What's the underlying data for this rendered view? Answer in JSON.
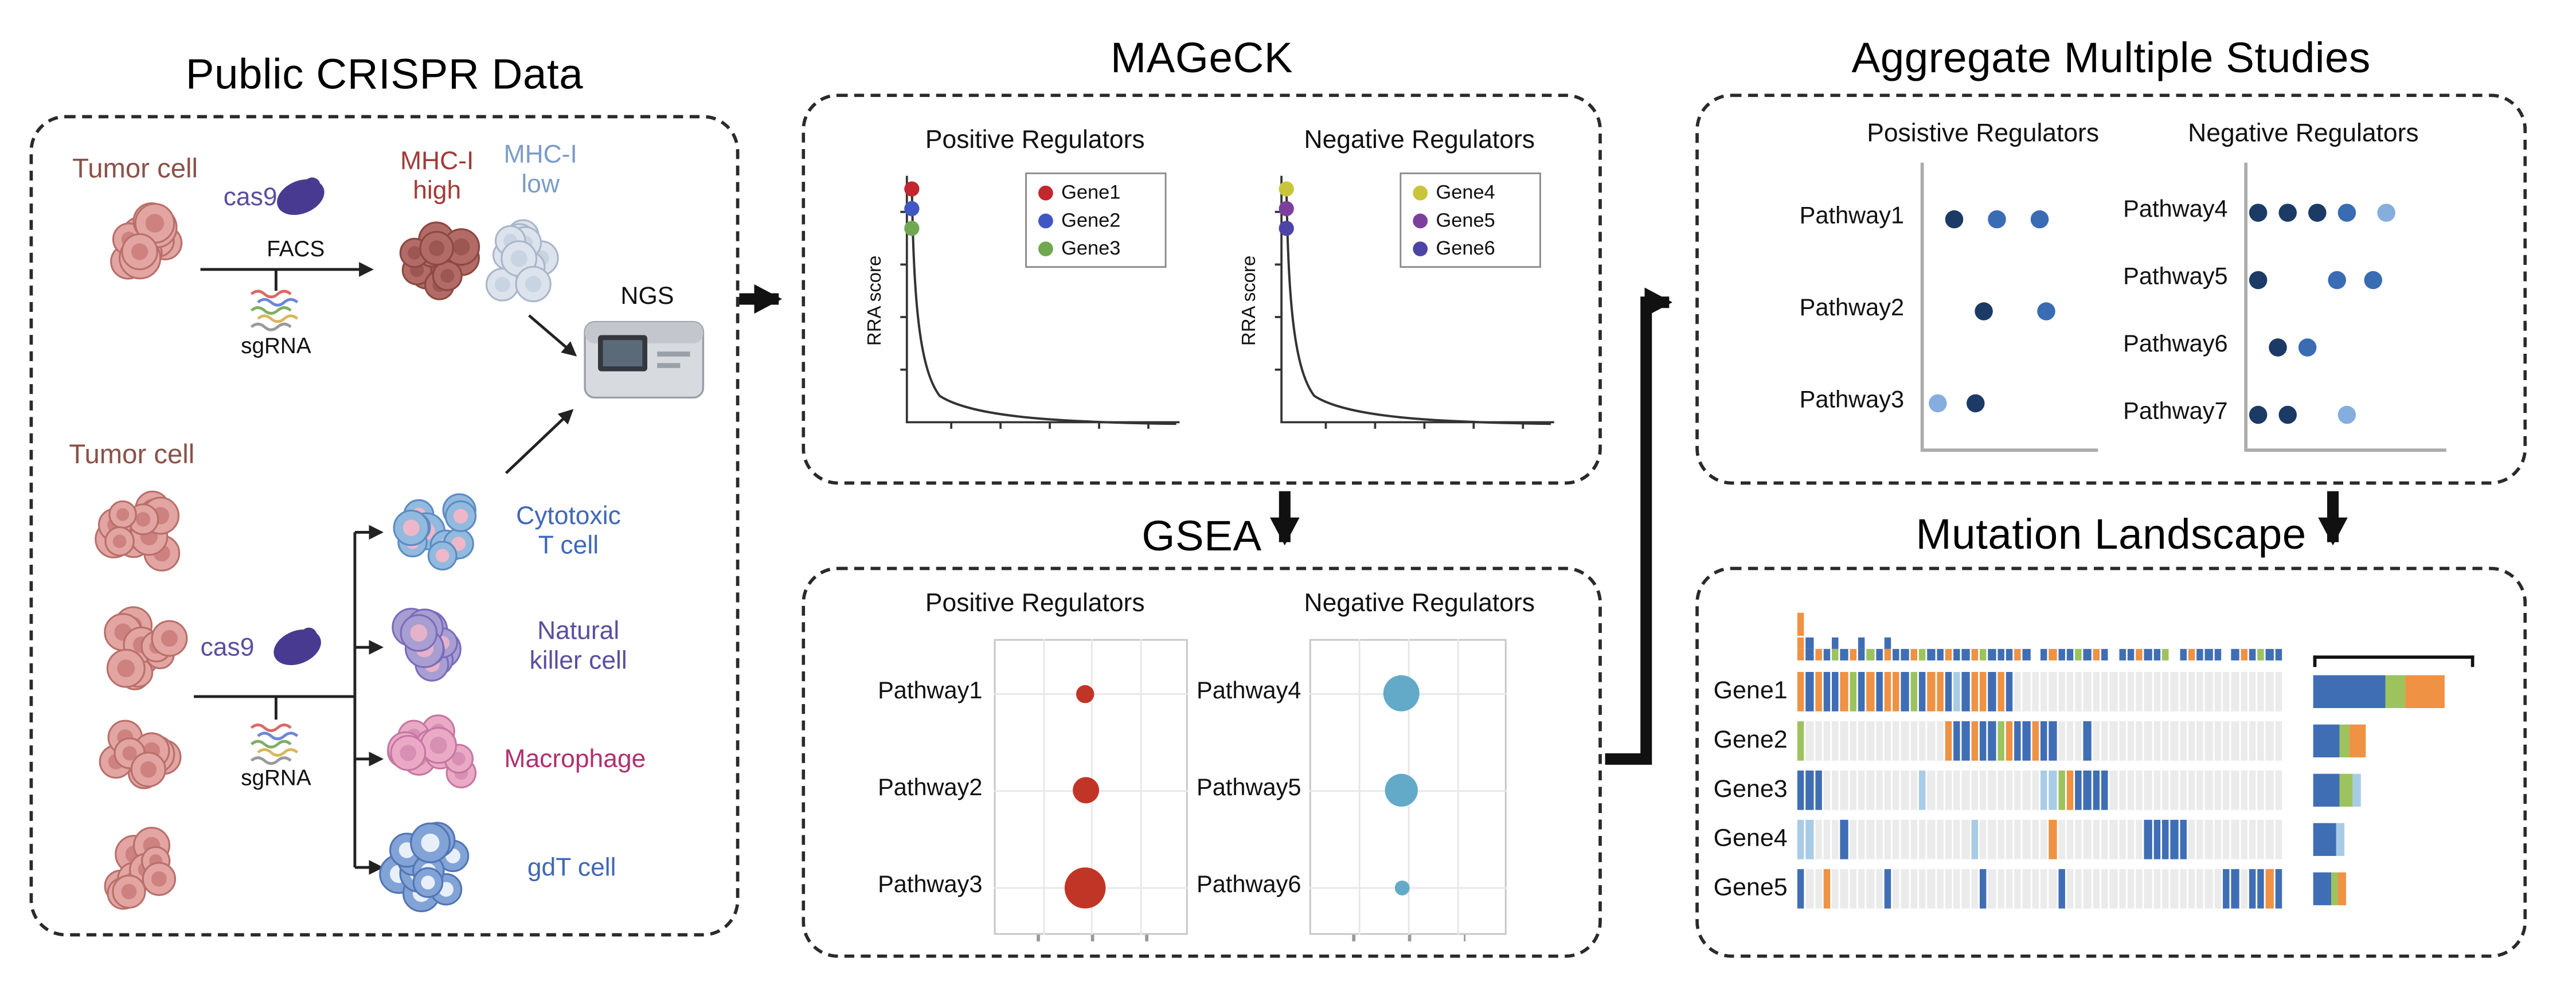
{
  "titles": {
    "crispr": "Public CRISPR Data",
    "mageck": "MAGeCK",
    "gsea": "GSEA",
    "aggregate": "Aggregate Multiple Studies",
    "mutation": "Mutation Landscape"
  },
  "colors": {
    "panel_border": "#2a2a2a",
    "orange": "#ef9243",
    "blue": "#3f6eb5",
    "green": "#9dc35e",
    "lightblue": "#a9cce6",
    "track": "#ebebeb",
    "red": "#c13527",
    "teal": "#62aac8"
  },
  "crispr": {
    "tumor_cell_top": {
      "text": "Tumor cell",
      "color": "#8a5148"
    },
    "cas9_top": {
      "text": "cas9",
      "color": "#5b4ea0"
    },
    "facs": "FACS",
    "sgrna_top": "sgRNA",
    "mhc_high": {
      "l1": "MHC-I",
      "l2": "high",
      "color": "#a23a36"
    },
    "mhc_low": {
      "l1": "MHC-I",
      "l2": "low",
      "color": "#7b9cc8"
    },
    "ngs": "NGS",
    "tumor_cell_bottom": {
      "text": "Tumor cell",
      "color": "#8a5148"
    },
    "cas9_bottom": {
      "text": "cas9",
      "color": "#5b4ea0"
    },
    "sgrna_bottom": "sgRNA",
    "cell_types": [
      {
        "l1": "Cytotoxic",
        "l2": "T cell",
        "color": "#3f68b5"
      },
      {
        "l1": "Natural",
        "l2": "killer cell",
        "color": "#5b4ea0"
      },
      {
        "l1": "Macrophage",
        "l2": "",
        "color": "#b03070"
      },
      {
        "l1": "gdT cell",
        "l2": "",
        "color": "#3f68b5"
      }
    ]
  },
  "mageck": {
    "ylabel": "RRA score",
    "plots": [
      {
        "title": "Positive Regulators",
        "genes": [
          {
            "label": "Gene1",
            "color": "#c1272d"
          },
          {
            "label": "Gene2",
            "color": "#4156c5"
          },
          {
            "label": "Gene3",
            "color": "#6fa84f"
          }
        ]
      },
      {
        "title": "Negative Regulators",
        "genes": [
          {
            "label": "Gene4",
            "color": "#c9c53a"
          },
          {
            "label": "Gene5",
            "color": "#7d3f9e"
          },
          {
            "label": "Gene6",
            "color": "#4d44a8"
          }
        ]
      }
    ]
  },
  "gsea": {
    "plots": [
      {
        "title": "Positive Regulators",
        "dot_color": "#c13527",
        "rows": [
          {
            "label": "Pathway1",
            "size": 11
          },
          {
            "label": "Pathway2",
            "size": 16
          },
          {
            "label": "Pathway3",
            "size": 25
          }
        ]
      },
      {
        "title": "Negative Regulators",
        "dot_color": "#62aac8",
        "rows": [
          {
            "label": "Pathway4",
            "size": 22
          },
          {
            "label": "Pathway5",
            "size": 20
          },
          {
            "label": "Pathway6",
            "size": 9
          }
        ]
      }
    ]
  },
  "aggregate": {
    "shades": {
      "d": "#1c3a66",
      "m": "#3a6cb4",
      "l": "#85aede"
    },
    "plots": [
      {
        "title": "Posistive Regulators",
        "rows": [
          {
            "label": "Pathway1",
            "dots": [
              {
                "x": 20,
                "s": "d"
              },
              {
                "x": 46,
                "s": "m"
              },
              {
                "x": 72,
                "s": "m"
              }
            ]
          },
          {
            "label": "Pathway2",
            "dots": [
              {
                "x": 38,
                "s": "d"
              },
              {
                "x": 76,
                "s": "m"
              }
            ]
          },
          {
            "label": "Pathway3",
            "dots": [
              {
                "x": 10,
                "s": "l"
              },
              {
                "x": 33,
                "s": "d"
              }
            ]
          }
        ]
      },
      {
        "title": "Negative Regulators",
        "rows": [
          {
            "label": "Pathway4",
            "dots": [
              {
                "x": 8,
                "s": "d"
              },
              {
                "x": 26,
                "s": "d"
              },
              {
                "x": 44,
                "s": "d"
              },
              {
                "x": 62,
                "s": "m"
              },
              {
                "x": 86,
                "s": "l"
              }
            ]
          },
          {
            "label": "Pathway5",
            "dots": [
              {
                "x": 8,
                "s": "d"
              },
              {
                "x": 56,
                "s": "m"
              },
              {
                "x": 78,
                "s": "m"
              }
            ]
          },
          {
            "label": "Pathway6",
            "dots": [
              {
                "x": 20,
                "s": "d"
              },
              {
                "x": 38,
                "s": "m"
              }
            ]
          },
          {
            "label": "Pathway7",
            "dots": [
              {
                "x": 8,
                "s": "d"
              },
              {
                "x": 26,
                "s": "d"
              },
              {
                "x": 62,
                "s": "l"
              }
            ]
          }
        ]
      }
    ]
  },
  "mutation": {
    "genes": [
      "Gene1",
      "Gene2",
      "Gene3",
      "Gene4",
      "Gene5"
    ],
    "columns": 56,
    "matrix": [
      "obobbogboboobgbooblboobob...............................",
      "g................obbobbgobbobb...b......................",
      "bbb...........l.............llgobbbb....................",
      "ll...b..............l........o..........bbbbb...........",
      "b..o......b..........b........b..................bb.bbob"
    ],
    "top_bars": [
      "oooo",
      "bb",
      "o",
      "b",
      "gb",
      "b",
      "o",
      "bb",
      "g",
      "b",
      "ob",
      "b",
      "b",
      "o",
      "g",
      "b",
      "b",
      "o",
      "b",
      "b",
      "o",
      "g",
      "b",
      "b",
      "b",
      "o",
      "b",
      "",
      "b",
      "o",
      "b",
      "b",
      "g",
      "b",
      "o",
      "b",
      "",
      "b",
      "b",
      "o",
      "b",
      "b",
      "g",
      "",
      "b",
      "o",
      "b",
      "b",
      "b",
      "",
      "b",
      "o",
      "b",
      "g",
      "b",
      "b"
    ],
    "right_bars": [
      [
        [
          "b",
          44
        ],
        [
          "g",
          12
        ],
        [
          "o",
          24
        ]
      ],
      [
        [
          "b",
          16
        ],
        [
          "g",
          6
        ],
        [
          "o",
          10
        ]
      ],
      [
        [
          "b",
          16
        ],
        [
          "g",
          8
        ],
        [
          "l",
          5
        ]
      ],
      [
        [
          "b",
          14
        ],
        [
          "l",
          5
        ]
      ],
      [
        [
          "b",
          11
        ],
        [
          "g",
          4
        ],
        [
          "o",
          5
        ]
      ]
    ]
  }
}
